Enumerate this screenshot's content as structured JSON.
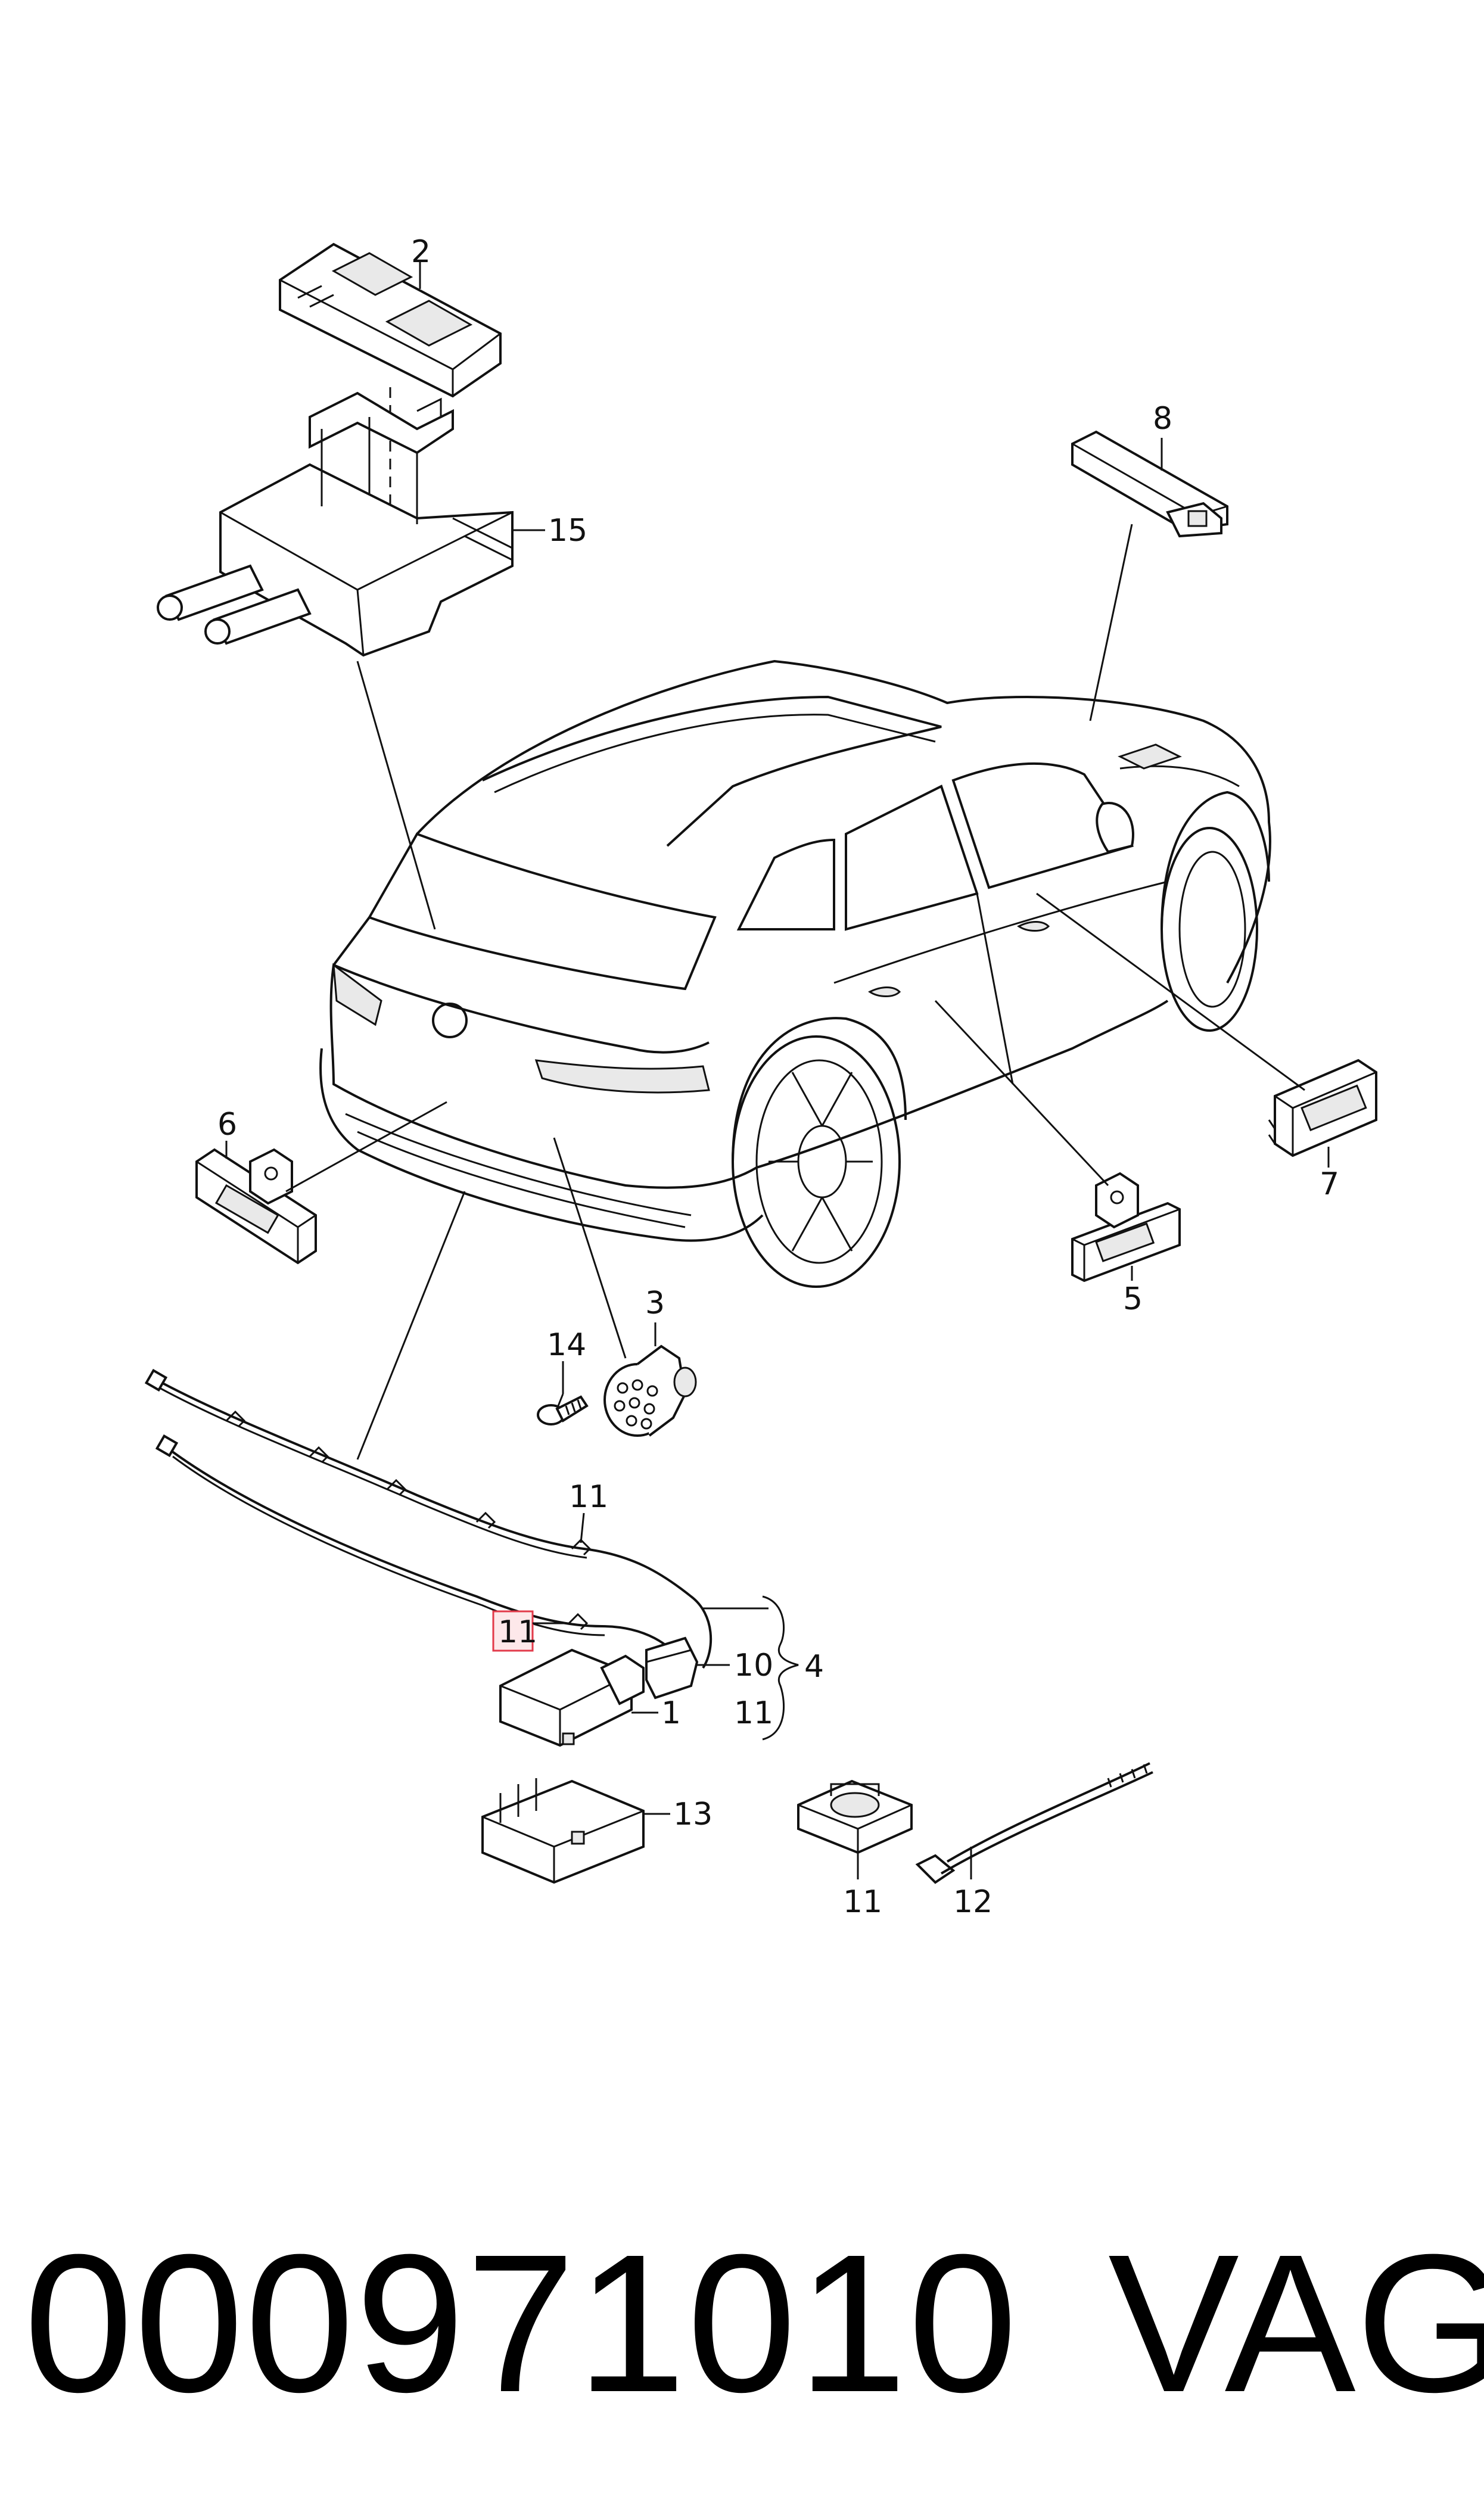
{
  "callouts": {
    "c1": "1",
    "c2": "2",
    "c3": "3",
    "c4": "4",
    "c5": "5",
    "c6": "6",
    "c7": "7",
    "c8": "8",
    "c10": "10",
    "c11a": "11",
    "c11b": "11",
    "c11c": "11",
    "c11d": "11",
    "c12": "12",
    "c13": "13",
    "c14": "14",
    "c15": "15"
  },
  "footer": {
    "part_number": "000971010",
    "brand": "VAG"
  },
  "colors": {
    "line": "#111111",
    "highlight_box": "#e23a4a",
    "highlight_fill": "#fde8ea"
  }
}
